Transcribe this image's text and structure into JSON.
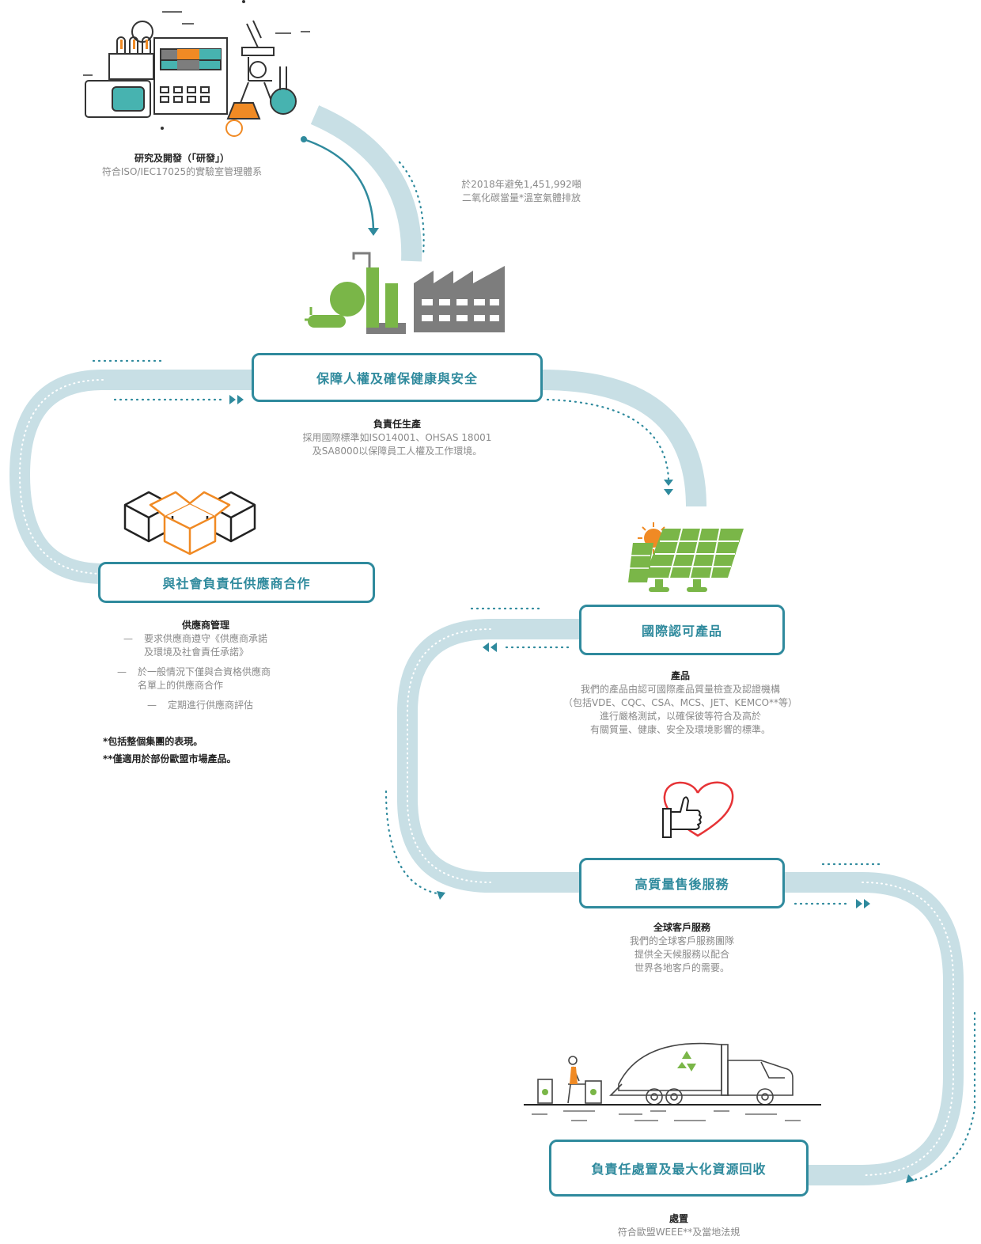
{
  "stages": {
    "rd": {
      "heading": "研究及開發（「研發」）",
      "text": "符合ISO/IEC17025的實驗室管理體系"
    },
    "emission": {
      "line1": "於2018年避免1,451,992噸",
      "line2": "二氧化碳當量*溫室氣體排放"
    },
    "production": {
      "label": "保障人權及確保健康與安全",
      "heading": "負責任生產",
      "line1": "採用國際標準如ISO14001、OHSAS 18001",
      "line2": "及SA8000以保障員工人權及工作環境。"
    },
    "suppliers": {
      "label": "與社會負責任供應商合作",
      "heading": "供應商管理",
      "items": [
        [
          "要求供應商遵守《供應商承諾",
          "及環境及社會責任承諾》"
        ],
        [
          "於一般情況下僅與合資格供應商",
          "名單上的供應商合作"
        ],
        [
          "定期進行供應商評估"
        ]
      ],
      "dash": "—"
    },
    "products": {
      "label": "國際認可產品",
      "heading": "產品",
      "line1": "我們的產品由認可國際產品質量檢查及認證機構",
      "line2": "（包括VDE、CQC、CSA、MCS、JET、KEMCO**等）",
      "line3": "進行嚴格測試，以確保彼等符合及高於",
      "line4": "有關質量、健康、安全及環境影響的標準。"
    },
    "service": {
      "label": "高質量售後服務",
      "heading": "全球客戶服務",
      "line1": "我們的全球客戶服務團隊",
      "line2": "提供全天候服務以配合",
      "line3": "世界各地客戶的需要。"
    },
    "disposal": {
      "label": "負責任處置及最大化資源回收",
      "heading": "處置",
      "text": "符合歐盟WEEE**及當地法規"
    }
  },
  "footnotes": [
    "*包括整個集團的表現。",
    "**僅適用於部份歐盟市場產品。"
  ],
  "colors": {
    "teal": "#2f8a9d",
    "band": "#c8dfe5",
    "green": "#7ab648",
    "grey": "#7d7d7d",
    "orange": "#f08a24",
    "red": "#e63336"
  }
}
